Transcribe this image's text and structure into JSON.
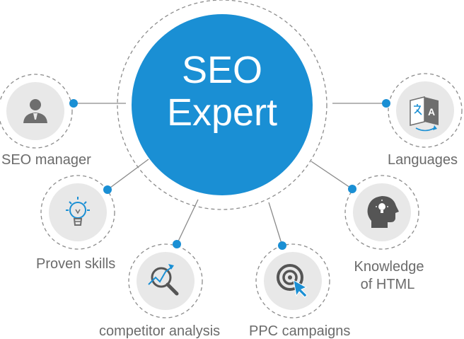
{
  "center": {
    "title_line1": "SEO",
    "title_line2": "Expert"
  },
  "nodes": [
    {
      "label": "SEO manager",
      "icon": "person-icon"
    },
    {
      "label": "Proven skills",
      "icon": "lightbulb-icon"
    },
    {
      "label": "competitor analysis",
      "icon": "magnifier-chart-icon"
    },
    {
      "label": "PPC campaigns",
      "icon": "target-cursor-icon"
    },
    {
      "label_line1": "Knowledge",
      "label_line2": "of HTML",
      "icon": "head-lightbulb-icon"
    },
    {
      "label": "Languages",
      "icon": "translate-icon"
    }
  ],
  "colors": {
    "accent": "#1a8fd4",
    "circle_fill": "#e8e8e8",
    "icon": "#6e6e6e",
    "line": "#8a8a8a",
    "text": "#6b6b6b"
  }
}
